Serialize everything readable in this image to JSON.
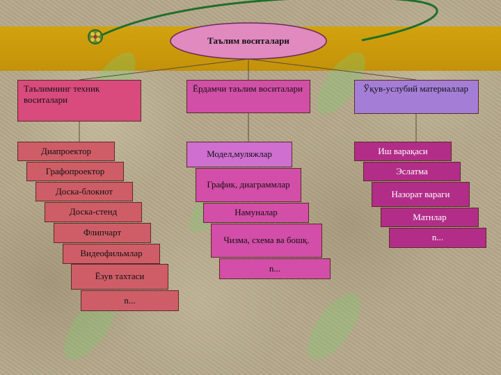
{
  "root": {
    "label": "Таълим воситалари"
  },
  "categories": [
    {
      "label": "Таълимнинг  техник воситалари",
      "items": [
        "Диапроектор",
        "Графопроектор",
        "Доска-блокнот",
        "Доска-стенд",
        "Флипчарт",
        "Видеофильмлар",
        "Ёзув тахтаси",
        "n..."
      ]
    },
    {
      "label": "Ёрдамчи таълим воситалари",
      "items": [
        "Модел,муляжлар",
        "График, диаграммлар",
        "Намуналар",
        "Чизма, схема ва бошқ.",
        "n..."
      ]
    },
    {
      "label": "Ўқув-услубий материаллар",
      "items": [
        "Иш варақаси",
        "Эслатма",
        "Назорат вараги",
        "Матнлар",
        "n..."
      ]
    }
  ],
  "colors": {
    "band": "#d2a20e",
    "root_ellipse": "#e08ac0",
    "technical_items": "#cf5d67",
    "auxiliary_items": "#d34ea8",
    "methodical_items": "#b22d88"
  },
  "icons": {
    "decorative_knot": "knot-icon",
    "orbit_arc": "orbit-arc-icon"
  }
}
